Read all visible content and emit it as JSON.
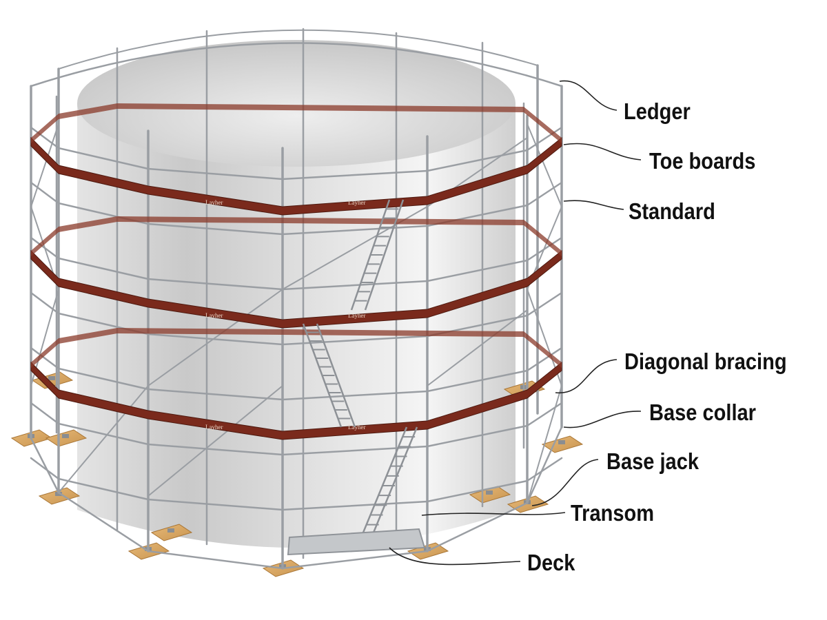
{
  "diagram": {
    "brand_marking": "Layher",
    "callouts": {
      "ledger": "Ledger",
      "toe_boards": "Toe boards",
      "standard": "Standard",
      "diagonal_bracing": "Diagonal bracing",
      "base_collar": "Base collar",
      "base_jack": "Base jack",
      "transom": "Transom",
      "deck": "Deck"
    }
  },
  "colors": {
    "tank": "#d6d6d6",
    "scaffold_tube": "#9a9ea3",
    "toe_board": "#7a2a1c",
    "base_plate": "#d9a860",
    "label_text": "#111111"
  }
}
